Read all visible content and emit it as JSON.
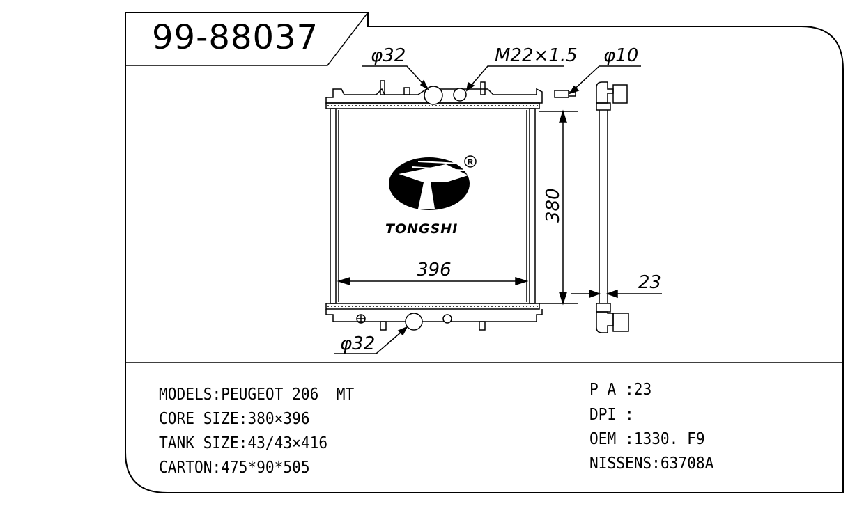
{
  "part_number": "99-88037",
  "dimensions": {
    "inlet_top": "φ32",
    "thread": "M22×1.5",
    "sensor": "φ10",
    "height": "380",
    "width": "396",
    "depth": "23",
    "outlet_bottom": "φ32"
  },
  "brand": {
    "name": "TONGSHI",
    "registered_mark": "R"
  },
  "specs_left": [
    {
      "label": "MODELS",
      "value": "PEUGEOT 206  MT"
    },
    {
      "label": "CORE SIZE",
      "value": "380×396"
    },
    {
      "label": "TANK SIZE",
      "value": "43/43×416"
    },
    {
      "label": "CARTON",
      "value": "475*90*505"
    }
  ],
  "specs_right": [
    {
      "label": "P A ",
      "value": "23"
    },
    {
      "label": "DPI ",
      "value": ""
    },
    {
      "label": "OEM ",
      "value": "1330. F9"
    },
    {
      "label": "NISSENS",
      "value": "63708A"
    }
  ]
}
